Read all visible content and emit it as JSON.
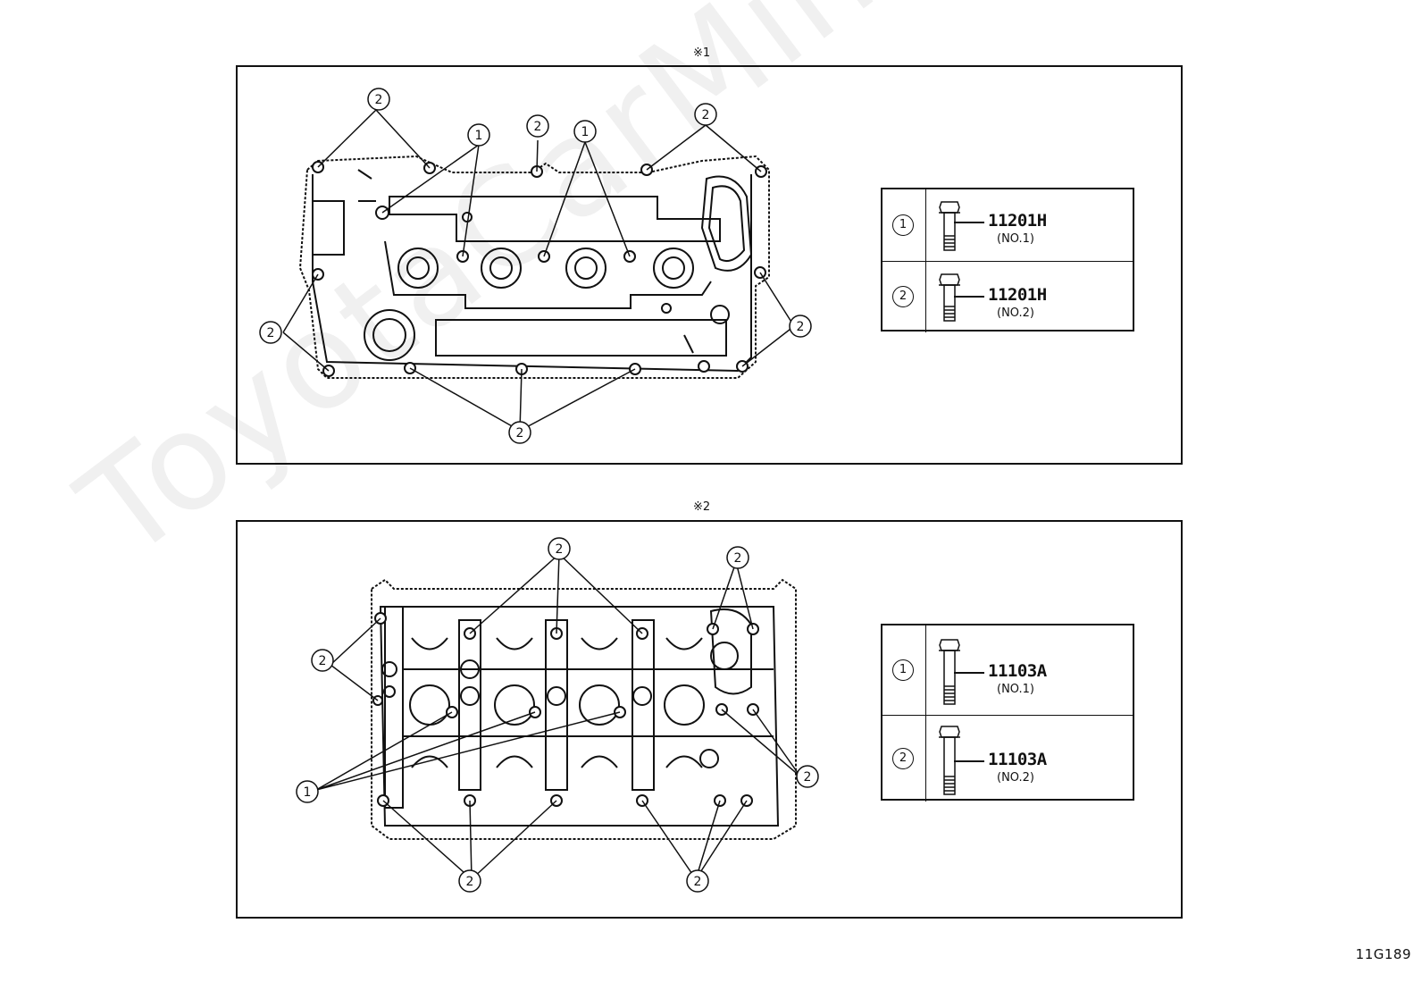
{
  "watermark": "ToyotaCarMine.ru",
  "figure_code": "11G189",
  "panels": [
    {
      "title": "※1",
      "callout_labels": {
        "one": "1",
        "two": "2"
      },
      "legend": [
        {
          "number": "1",
          "part_number": "11201H",
          "label": "(NO.1)"
        },
        {
          "number": "2",
          "part_number": "11201H",
          "label": "(NO.2)"
        }
      ]
    },
    {
      "title": "※2",
      "callout_labels": {
        "one": "1",
        "two": "2"
      },
      "legend": [
        {
          "number": "1",
          "part_number": "11103A",
          "label": "(NO.1)"
        },
        {
          "number": "2",
          "part_number": "11103A",
          "label": "(NO.2)"
        }
      ]
    }
  ]
}
